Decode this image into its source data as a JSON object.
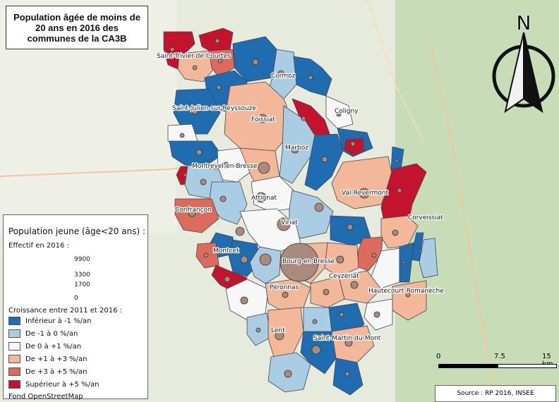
{
  "title": "Population âgée de moins de\n20 ans en 2016 des\ncommunes de la CA3B",
  "north_letter": "N",
  "legend": {
    "title": "Population jeune (âge<20 ans) :",
    "size_subtitle": "Effectif en 2016 :",
    "size_values": [
      "9900",
      "3300",
      "1700",
      "0"
    ],
    "class_title": "Croissance entre 2011 et 2016 :",
    "classes": [
      {
        "label": "Inférieur à -1 %/an",
        "color": "#1f6cb0"
      },
      {
        "label": "De -1 à 0 %/an",
        "color": "#aacde4"
      },
      {
        "label": "De 0 à +1 %/an",
        "color": "#f7f7f7"
      },
      {
        "label": "De +1 à +3 %/an",
        "color": "#f3b899"
      },
      {
        "label": "De +3 à +5 %/an",
        "color": "#dd6b5c"
      },
      {
        "label": "Supérieur à +5 %/an",
        "color": "#c4132e"
      }
    ],
    "basemap": "Fond OpenStreetMap"
  },
  "scale": {
    "labels": [
      "0",
      "7.5",
      "15 km"
    ]
  },
  "source": "Source : RP 2016, INSEE",
  "places": [
    "Saint-Trivier-de-Courtes",
    "Coligny",
    "Cormoz",
    "Saint-Julien-sur-Reyssouze",
    "Foissiat",
    "Marboz",
    "Montrevel-en-Bresse",
    "Attignat",
    "Val-Revermont",
    "Confrançon",
    "Viriat",
    "Ceyzériat",
    "Montcet",
    "Bourg-en-Bresse",
    "Péronnas",
    "Hautecourt-Romanèche",
    "Lent",
    "Saint-Martin-du-Mont",
    "Corveissiat"
  ]
}
